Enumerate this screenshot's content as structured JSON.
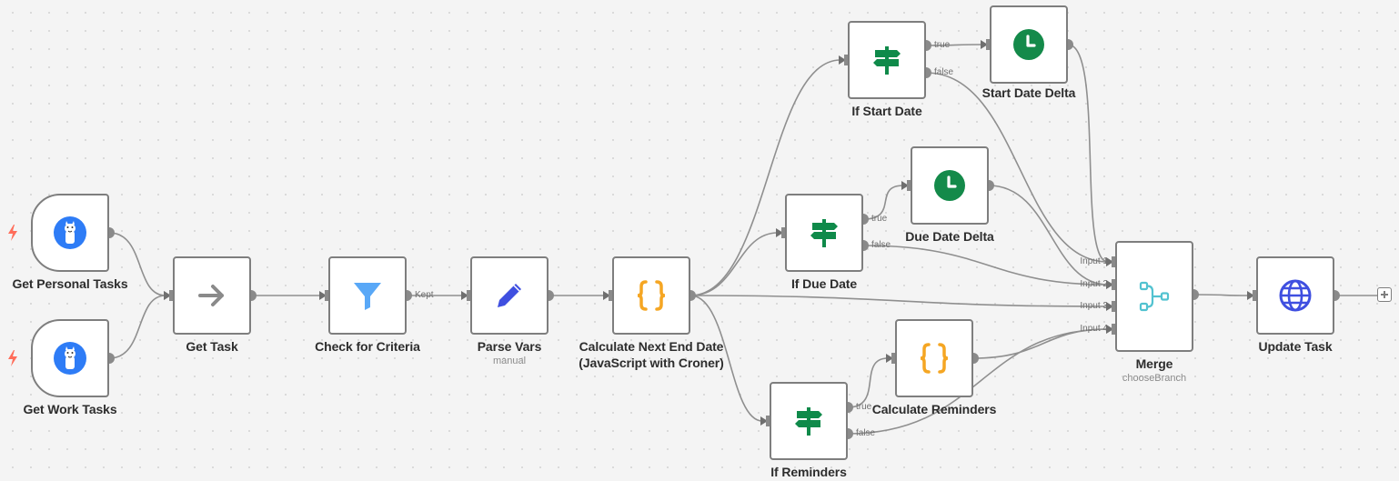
{
  "workflow": {
    "nodes": [
      {
        "id": "get-personal-tasks",
        "label": "Get Personal Tasks",
        "subtitle": "",
        "icon": "llama-icon",
        "trigger": true
      },
      {
        "id": "get-work-tasks",
        "label": "Get Work Tasks",
        "subtitle": "",
        "icon": "llama-icon",
        "trigger": true
      },
      {
        "id": "get-task",
        "label": "Get Task",
        "subtitle": "",
        "icon": "arrow-right-icon"
      },
      {
        "id": "check-for-criteria",
        "label": "Check for Criteria",
        "subtitle": "",
        "icon": "filter-icon"
      },
      {
        "id": "parse-vars",
        "label": "Parse Vars",
        "subtitle": "manual",
        "icon": "pencil-icon"
      },
      {
        "id": "calculate-next-end-date",
        "label": "Calculate Next End Date",
        "label_line2": "(JavaScript with Croner)",
        "subtitle": "",
        "icon": "code-braces-icon"
      },
      {
        "id": "if-start-date",
        "label": "If Start Date",
        "subtitle": "",
        "icon": "signpost-icon"
      },
      {
        "id": "start-date-delta",
        "label": "Start Date Delta",
        "subtitle": "",
        "icon": "clock-icon"
      },
      {
        "id": "if-due-date",
        "label": "If Due Date",
        "subtitle": "",
        "icon": "signpost-icon"
      },
      {
        "id": "due-date-delta",
        "label": "Due Date Delta",
        "subtitle": "",
        "icon": "clock-icon"
      },
      {
        "id": "if-reminders",
        "label": "If Reminders",
        "subtitle": "",
        "icon": "signpost-icon"
      },
      {
        "id": "calculate-reminders",
        "label": "Calculate Reminders",
        "subtitle": "",
        "icon": "code-braces-icon"
      },
      {
        "id": "merge",
        "label": "Merge",
        "subtitle": "chooseBranch",
        "icon": "merge-icon"
      },
      {
        "id": "update-task",
        "label": "Update Task",
        "subtitle": "",
        "icon": "globe-icon"
      }
    ],
    "port_labels": {
      "kept": "Kept",
      "true": "true",
      "false": "false",
      "input_1": "Input 1",
      "input_2": "Input 2",
      "input_3": "Input 3",
      "input_4": "Input 4"
    },
    "colors": {
      "edge": "#8f8f8f",
      "node_border": "#7e7e7e",
      "trigger_bolt": "#ff6d5a",
      "signpost_green": "#0f8a4a",
      "clock_green": "#148a4a",
      "code_orange": "#f5a623",
      "filter_blue": "#59a8f7",
      "pencil_blue": "#3f4fe0",
      "globe_blue": "#3f4fe0",
      "merge_teal": "#52c2d0",
      "llama_blue": "#2e7cf6"
    }
  }
}
